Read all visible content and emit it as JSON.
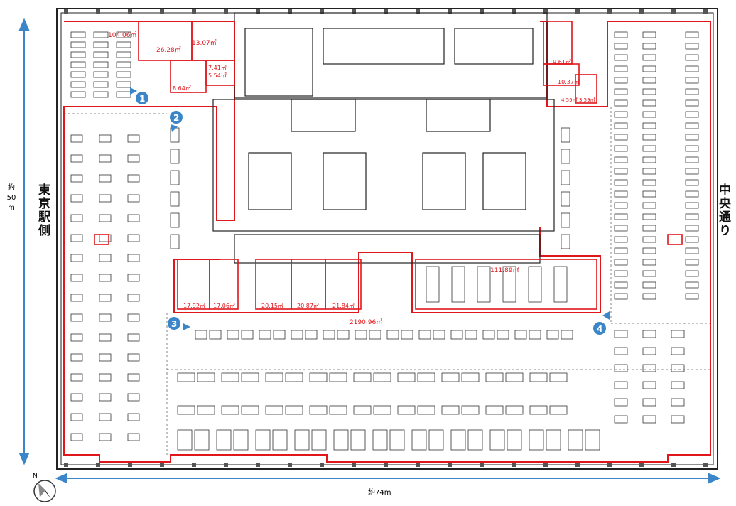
{
  "dimensions": {
    "height_label": "約\n50\nm",
    "width_label": "約74m"
  },
  "sides": {
    "left": "東京駅側",
    "right": "中央通り"
  },
  "compass": {
    "label": "N"
  },
  "markers": [
    "1",
    "2",
    "3",
    "4"
  ],
  "areas": [
    {
      "id": "a1",
      "label": "104.06㎡"
    },
    {
      "id": "a2",
      "label": "26.28㎡"
    },
    {
      "id": "a3",
      "label": "13.07㎡"
    },
    {
      "id": "a4",
      "label": "7.41㎡"
    },
    {
      "id": "a5",
      "label": "5.54㎡"
    },
    {
      "id": "a6",
      "label": "8.64㎡"
    },
    {
      "id": "a7",
      "label": "19.61㎡"
    },
    {
      "id": "a8",
      "label": "10.37㎡"
    },
    {
      "id": "a9",
      "label": "4.55㎡"
    },
    {
      "id": "a10",
      "label": "3.59㎡"
    },
    {
      "id": "a11",
      "label": "17.92㎡"
    },
    {
      "id": "a12",
      "label": "17.06㎡"
    },
    {
      "id": "a13",
      "label": "20.15㎡"
    },
    {
      "id": "a14",
      "label": "20.87㎡"
    },
    {
      "id": "a15",
      "label": "21.84㎡"
    },
    {
      "id": "a16",
      "label": "111.89㎡"
    },
    {
      "id": "a17",
      "label": "2190.96㎡"
    }
  ],
  "colors": {
    "accent_red": "#e0161b",
    "marker_blue": "#3a86c8",
    "line": "#222222"
  }
}
